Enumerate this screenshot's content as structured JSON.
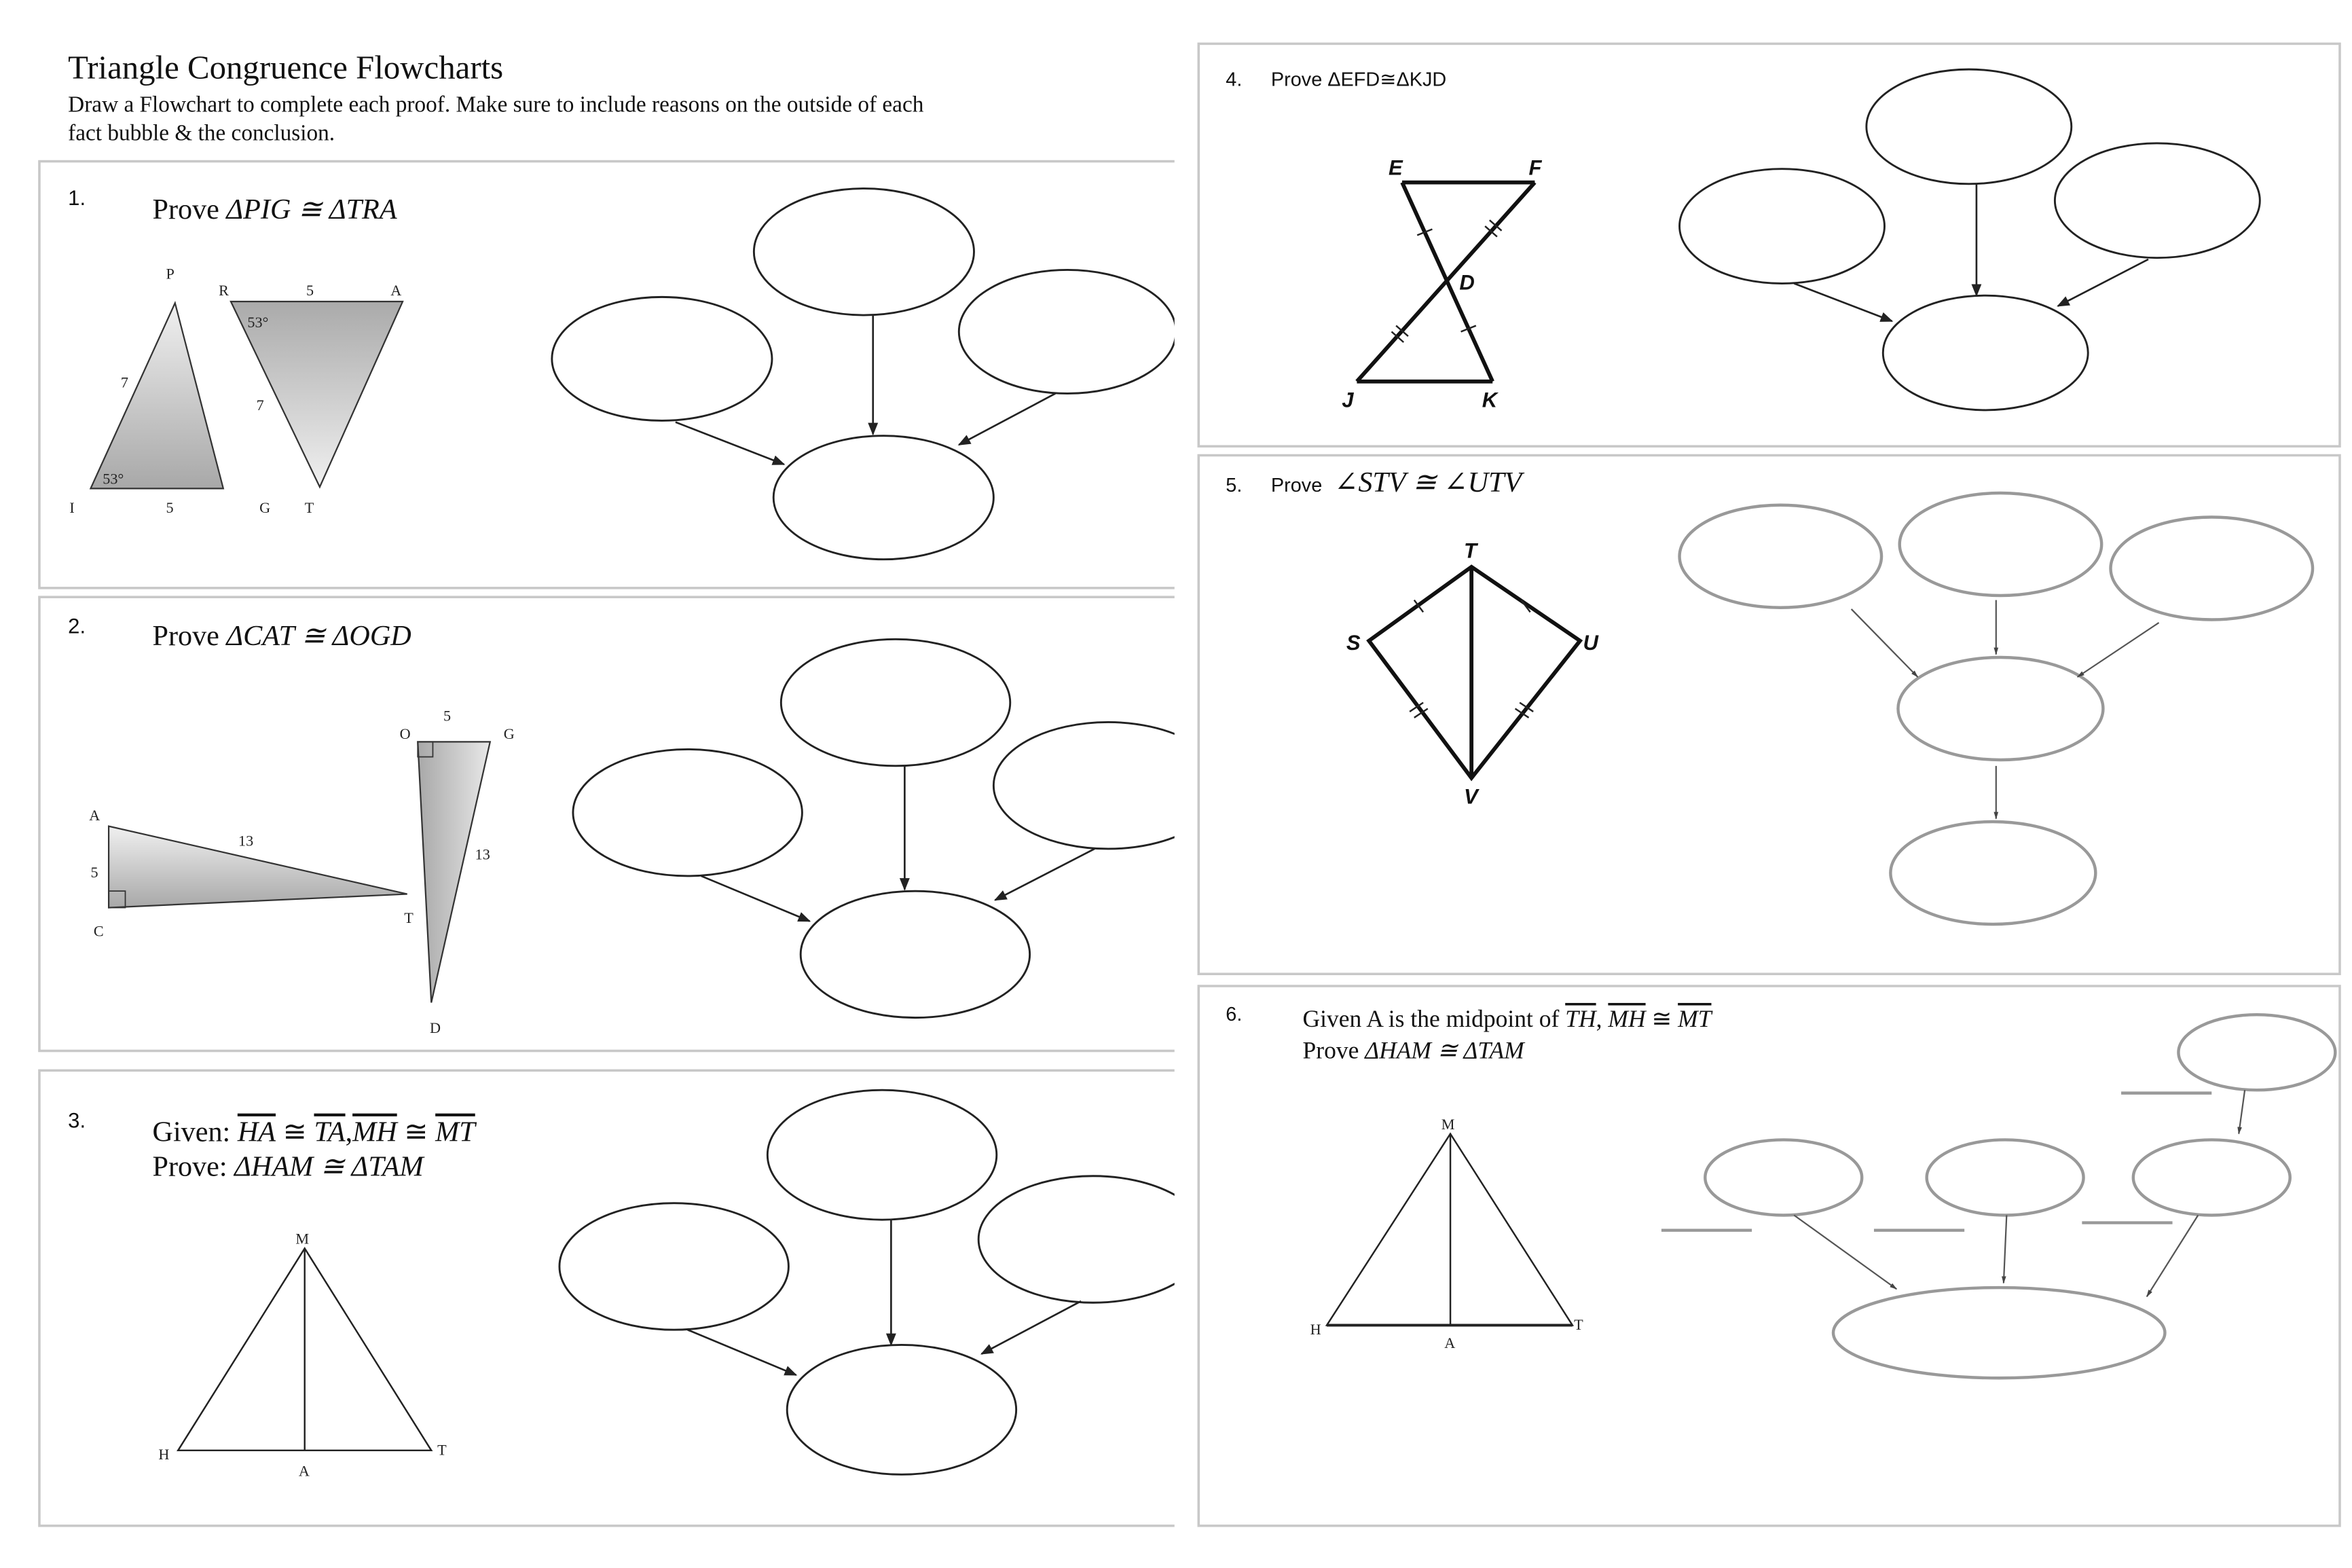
{
  "header": {
    "title": "Triangle Congruence Flowcharts",
    "instructions_line1": "Draw a Flowchart to complete each proof. Make sure to include reasons on the outside of each",
    "instructions_line2": "fact bubble & the conclusion."
  },
  "problems": [
    {
      "number": "1.",
      "prove_label": "Prove ",
      "statement": "ΔPIG ≅ ΔTRA",
      "figure_labels": {
        "P": "P",
        "I": "I",
        "G": "G",
        "R": "R",
        "A": "A",
        "T": "T",
        "side_IG": "5",
        "side_RA": "5",
        "side_PI": "7",
        "side_RT": "7",
        "angle_I": "53°",
        "angle_R": "53°"
      }
    },
    {
      "number": "2.",
      "prove_label": "Prove ",
      "statement": "ΔCAT ≅ ΔOGD",
      "figure_labels": {
        "A": "A",
        "C": "C",
        "T": "T",
        "O": "O",
        "G": "G",
        "D": "D",
        "side_AC": "5",
        "side_AT": "13",
        "side_OG": "5",
        "side_GD": "13"
      }
    },
    {
      "number": "3.",
      "given_label": "Given: ",
      "given_parts": [
        "HA",
        "≅",
        "TA",
        ",",
        "MH",
        "≅",
        "MT"
      ],
      "prove_label": "Prove: ",
      "statement": "ΔHAM ≅ ΔTAM",
      "figure_labels": {
        "M": "M",
        "H": "H",
        "A": "A",
        "T": "T"
      }
    },
    {
      "number": "4.",
      "text": "Prove ΔEFD≅ΔKJD",
      "figure_labels": {
        "E": "E",
        "F": "F",
        "D": "D",
        "J": "J",
        "K": "K"
      }
    },
    {
      "number": "5.",
      "prove_label": "Prove",
      "statement": "∠STV ≅ ∠UTV",
      "figure_labels": {
        "T": "T",
        "S": "S",
        "U": "U",
        "V": "V"
      }
    },
    {
      "number": "6.",
      "given_prefix": "Given A is the midpoint of ",
      "given_seg1": "TH",
      "given_mid": ", ",
      "given_seg2": "MH",
      "given_cong": " ≅ ",
      "given_seg3": "MT",
      "prove_label": "Prove ",
      "statement": "ΔHAM ≅ ΔTAM",
      "figure_labels": {
        "M": "M",
        "H": "H",
        "A": "A",
        "T": "T"
      }
    }
  ],
  "colors": {
    "bubble_outline": "#222222",
    "gray_bubble_outline": "#999999",
    "panel_border": "#c8c8c8",
    "triangle_fill": "#bdbdbd"
  }
}
